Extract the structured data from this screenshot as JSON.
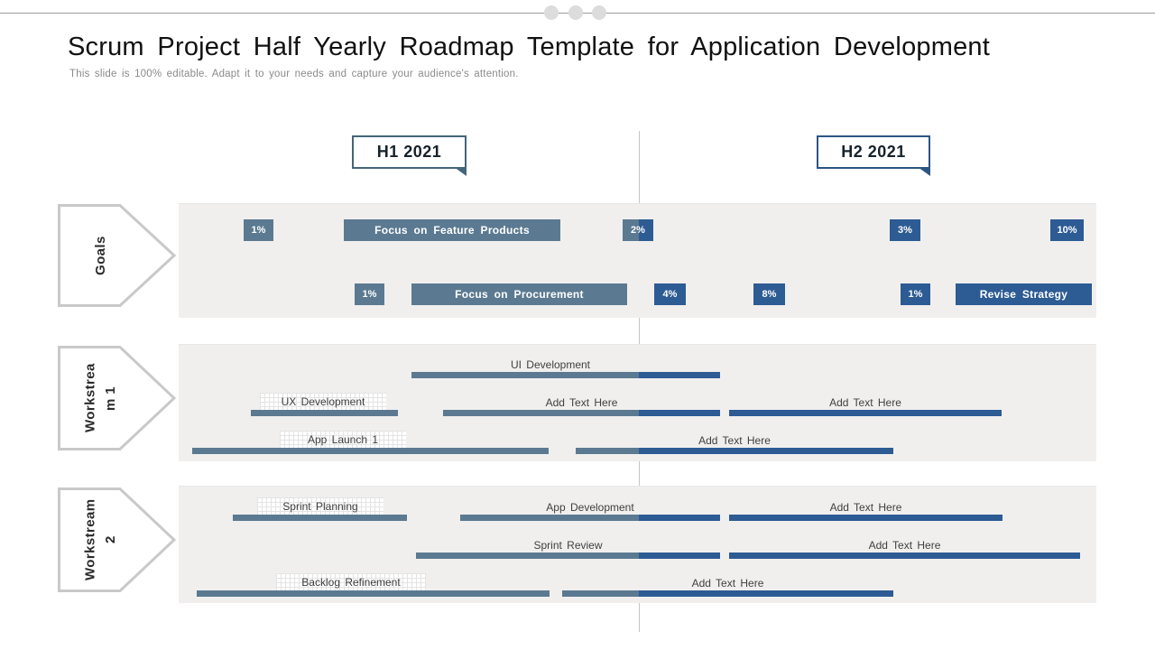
{
  "header": {
    "title": "Scrum Project Half Yearly Roadmap Template for Application Development",
    "subtitle": "This slide is 100% editable. Adapt it to your needs and capture your audience's attention."
  },
  "colors": {
    "slate": "#5b7a91",
    "navy": "#2d5b94",
    "slate-dark": "#44657a",
    "navy-dark": "#2d5583"
  },
  "timeline": {
    "h1": "H1 2021",
    "h2": "H2 2021"
  },
  "goals": {
    "name": "Goals",
    "row1": [
      {
        "label": "1%"
      },
      {
        "label": "Focus on Feature Products"
      },
      {
        "label": "2%"
      },
      {
        "label": "3%"
      },
      {
        "label": "10%"
      }
    ],
    "row2": [
      {
        "label": "1%"
      },
      {
        "label": "Focus on Procurement"
      },
      {
        "label": "4%"
      },
      {
        "label": "8%"
      },
      {
        "label": "1%"
      },
      {
        "label": "Revise Strategy"
      }
    ]
  },
  "workstream1": {
    "name": "Workstrea\nm 1",
    "tasks": [
      {
        "label": "UI Development"
      },
      {
        "label": "UX Development"
      },
      {
        "label": "Add Text Here"
      },
      {
        "label": "Add Text Here"
      },
      {
        "label": "App Launch 1"
      },
      {
        "label": "Add Text Here"
      }
    ]
  },
  "workstream2": {
    "name": "Workstream\n2",
    "tasks": [
      {
        "label": "Sprint Planning"
      },
      {
        "label": "App Development"
      },
      {
        "label": "Add Text Here"
      },
      {
        "label": "Sprint Review"
      },
      {
        "label": "Add Text Here"
      },
      {
        "label": "Backlog Refinement"
      },
      {
        "label": "Add Text Here"
      }
    ]
  }
}
